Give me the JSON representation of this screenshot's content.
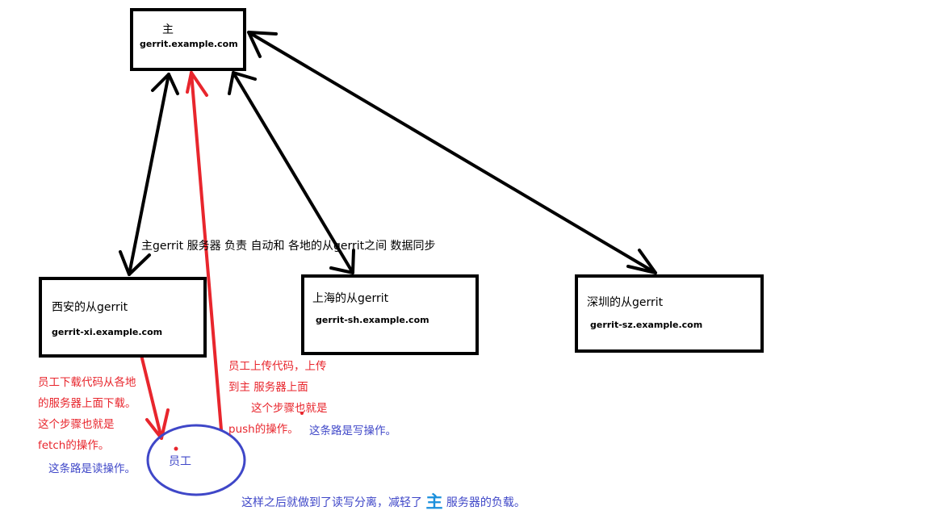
{
  "master": {
    "title": "主",
    "host": "gerrit.example.com"
  },
  "slaves": [
    {
      "title": "西安的从gerrit",
      "host": "gerrit-xi.example.com"
    },
    {
      "title": "上海的从gerrit",
      "host": "gerrit-sh.example.com"
    },
    {
      "title": "深圳的从gerrit",
      "host": "gerrit-sz.example.com"
    }
  ],
  "sync_label": "主gerrit 服务器 负责  自动和  各地的从gerrit之间    数据同步",
  "employee": {
    "label": "员工"
  },
  "read_note": {
    "lines": [
      "员工下载代码从各地",
      "的服务器上面下载。",
      "这个步骤也就是",
      "fetch的操作。"
    ],
    "path_label": "这条路是读操作。"
  },
  "write_note": {
    "lines": [
      "员工上传代码，上传",
      "到主    服务器上面",
      "这个步骤也就是",
      "push的操作。"
    ],
    "path_label": "这条路是写操作。"
  },
  "summary": {
    "before": "这样之后就做到了读写分离，减轻了 ",
    "emph": "主",
    "after": " 服务器的负载。"
  },
  "colors": {
    "black": "#000000",
    "red": "#e8262d",
    "blue": "#3f47c8",
    "emph": "#1a8fdc"
  }
}
